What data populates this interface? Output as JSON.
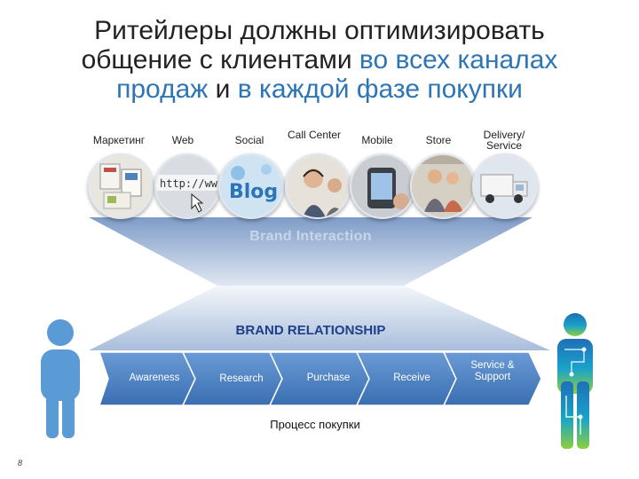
{
  "title": {
    "part1": "Ритейлеры должны оптимизировать общение с клиентами ",
    "part2": "во всех каналах продаж",
    "part3": " и ",
    "part4": "в каждой фазе покупки"
  },
  "channels": [
    {
      "label": "Маркетинг",
      "icon": "marketing-image"
    },
    {
      "label": "Web",
      "icon": "web-image"
    },
    {
      "label": "Social",
      "icon": "social-blog-image"
    },
    {
      "label": "Call Center",
      "icon": "call-center-image"
    },
    {
      "label": "Mobile",
      "icon": "mobile-image"
    },
    {
      "label": "Store",
      "icon": "store-image"
    },
    {
      "label": "Delivery/ Service",
      "icon": "delivery-truck-image"
    }
  ],
  "brand_interaction": "Brand Interaction",
  "brand_relationship": "BRAND RELATIONSHIP",
  "process_steps": [
    {
      "label": "Awareness"
    },
    {
      "label": "Research"
    },
    {
      "label": "Purchase"
    },
    {
      "label": "Receive"
    },
    {
      "label": "Service & Support"
    }
  ],
  "process_label": "Процесс покупки",
  "page_number": "8",
  "colors": {
    "title_highlight": "#2e75b6",
    "arrow_fill": "#4f86c6",
    "funnel_top": "#8fa9cc",
    "brand_relationship": "#1f3f8a",
    "person_left": "#5b9bd5"
  }
}
